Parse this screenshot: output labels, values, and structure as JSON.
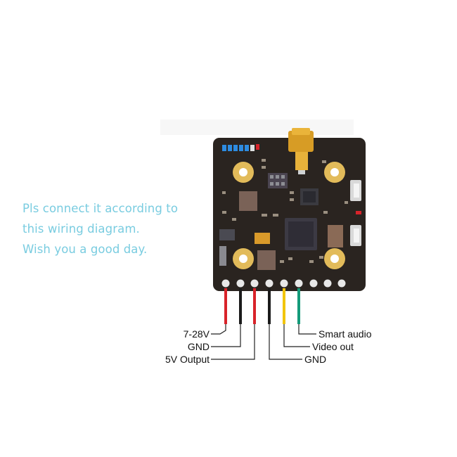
{
  "note": {
    "lines": [
      "Pls connect it according to",
      "this wiring diagram.",
      "Wish you a good day."
    ],
    "color": "#79cce0"
  },
  "wire_labels": {
    "left": [
      "7-28V",
      "GND",
      "5V Output"
    ],
    "right": [
      "Smart audio",
      "Video out",
      "GND"
    ]
  },
  "colors": {
    "board": "#2a2420",
    "pad": "#e2bb5a",
    "wire_red": "#d8232a",
    "wire_black": "#1b1b1b",
    "wire_yellow": "#f2c50c",
    "wire_green": "#149b7a"
  }
}
